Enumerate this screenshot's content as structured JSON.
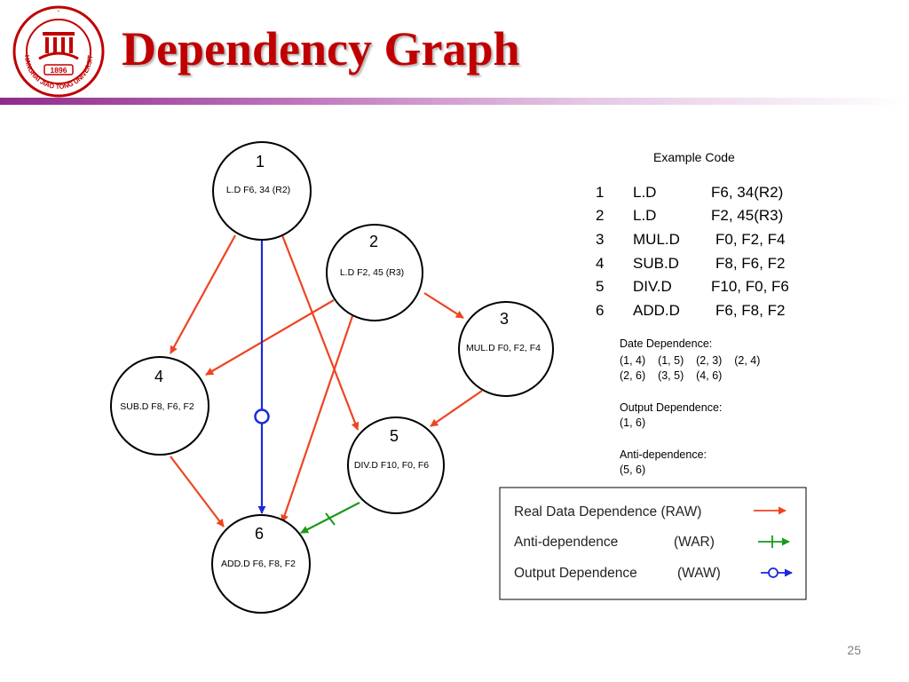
{
  "slide": {
    "title": "Dependency Graph",
    "page_number": "25",
    "logo_text": "SHANGHAI JIAO TONG UNIVERSITY",
    "logo_year": "1896"
  },
  "colors": {
    "title": "#c00000",
    "raw": "#ee4422",
    "war": "#1a9a1a",
    "waw": "#1a2ad8"
  },
  "graph": {
    "nodes": [
      {
        "id": "1",
        "instruction": "L.D F6, 34 (R2)"
      },
      {
        "id": "2",
        "instruction": "L.D F2, 45 (R3)"
      },
      {
        "id": "3",
        "instruction": "MUL.D  F0, F2, F4"
      },
      {
        "id": "4",
        "instruction": "SUB.D  F8, F6, F2"
      },
      {
        "id": "5",
        "instruction": "DIV.D  F10, F0, F6"
      },
      {
        "id": "6",
        "instruction": "ADD.D  F6, F8, F2"
      }
    ],
    "edges": [
      {
        "from": "1",
        "to": "4",
        "type": "RAW"
      },
      {
        "from": "1",
        "to": "5",
        "type": "RAW"
      },
      {
        "from": "2",
        "to": "3",
        "type": "RAW"
      },
      {
        "from": "2",
        "to": "4",
        "type": "RAW"
      },
      {
        "from": "2",
        "to": "6",
        "type": "RAW"
      },
      {
        "from": "3",
        "to": "5",
        "type": "RAW"
      },
      {
        "from": "4",
        "to": "6",
        "type": "RAW"
      },
      {
        "from": "5",
        "to": "6",
        "type": "WAR"
      },
      {
        "from": "1",
        "to": "6",
        "type": "WAW"
      }
    ]
  },
  "example_code": {
    "heading": "Example Code",
    "rows": [
      {
        "num": "1",
        "op": "L.D",
        "args": "F6, 34(R2)"
      },
      {
        "num": "2",
        "op": "L.D",
        "args": "F2, 45(R3)"
      },
      {
        "num": "3",
        "op": "MUL.D",
        "args": "F0, F2, F4"
      },
      {
        "num": "4",
        "op": "SUB.D",
        "args": "F8, F6, F2"
      },
      {
        "num": "5",
        "op": "DIV.D",
        "args": "F10, F0, F6"
      },
      {
        "num": "6",
        "op": "ADD.D",
        "args": "F6, F8, F2"
      }
    ]
  },
  "dependences": {
    "data_heading": "Date Dependence:",
    "data_line1": "(1, 4)    (1, 5)    (2, 3)    (2, 4)",
    "data_line2": "(2, 6)    (3, 5)    (4, 6)",
    "output_heading": "Output Dependence:",
    "output_line1": "(1, 6)",
    "anti_heading": "Anti-dependence:",
    "anti_line1": "(5, 6)"
  },
  "legend": {
    "raw_label": "Real Data Dependence (RAW)",
    "war_name": "Anti-dependence",
    "war_abbr": "(WAR)",
    "waw_name": "Output Dependence",
    "waw_abbr": "(WAW)"
  }
}
